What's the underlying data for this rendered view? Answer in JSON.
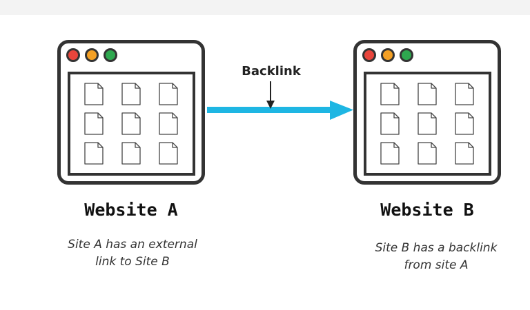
{
  "site_a": {
    "title": "Website A",
    "description_line1": "Site A has an external",
    "description_line2": "link to Site B"
  },
  "site_b": {
    "title": "Website B",
    "description_line1": "Site B has a backlink",
    "description_line2": "from site A"
  },
  "link": {
    "label": "Backlink"
  },
  "colors": {
    "red_dot": "#e8453c",
    "yellow_dot": "#f4a024",
    "green_dot": "#2ea84f",
    "arrow": "#1eb6e3",
    "outline": "#333333"
  },
  "icons": {
    "window_controls": [
      "close-dot-icon",
      "minimize-dot-icon",
      "maximize-dot-icon"
    ],
    "page": "document-page-icon",
    "arrow": "right-arrow-icon",
    "pointer": "down-arrow-icon"
  }
}
